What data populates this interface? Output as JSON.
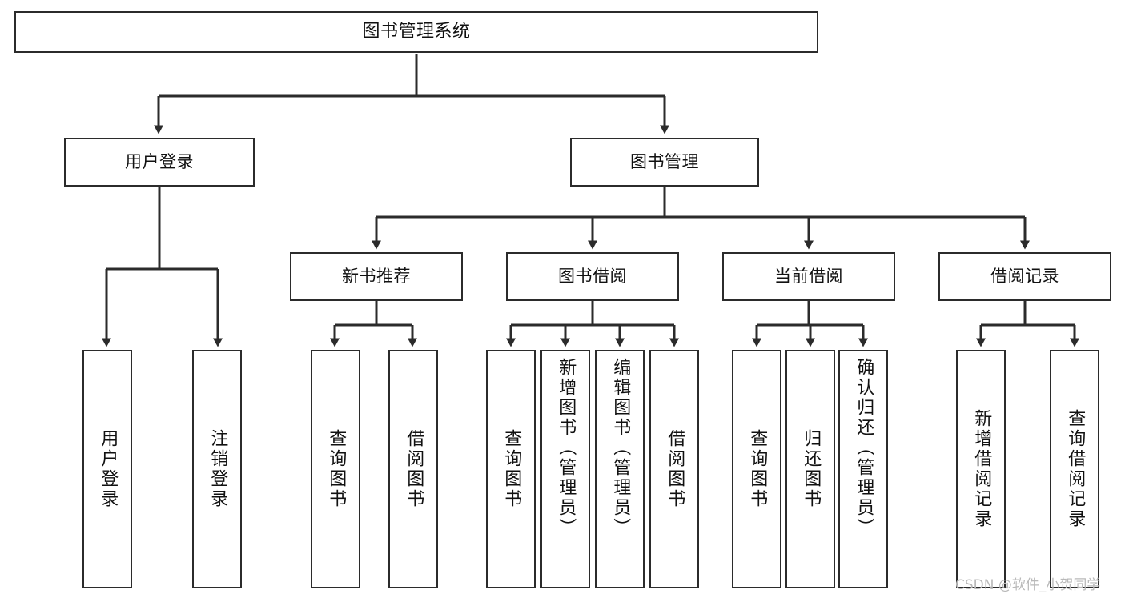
{
  "diagram": {
    "title": "图书管理系统",
    "type": "tree",
    "watermark": "CSDN @软件_小贺同学",
    "colors": {
      "box_border": "#2b2b2b",
      "box_fill": "#ffffff",
      "edge": "#2b2b2b",
      "text": "#111111",
      "watermark": "#b9b9b9",
      "background": "#ffffff"
    },
    "levels": [
      {
        "level": 1,
        "nodes": [
          {
            "id": "root",
            "label": "图书管理系统",
            "orientation": "horizontal"
          }
        ]
      },
      {
        "level": 2,
        "nodes": [
          {
            "id": "user-login",
            "label": "用户登录",
            "orientation": "horizontal",
            "parent": "root"
          },
          {
            "id": "book-manage",
            "label": "图书管理",
            "orientation": "horizontal",
            "parent": "root"
          }
        ]
      },
      {
        "level": 3,
        "nodes": [
          {
            "id": "new-book-rec",
            "label": "新书推荐",
            "orientation": "horizontal",
            "parent": "book-manage"
          },
          {
            "id": "book-borrow",
            "label": "图书借阅",
            "orientation": "horizontal",
            "parent": "book-manage"
          },
          {
            "id": "current-borrow",
            "label": "当前借阅",
            "orientation": "horizontal",
            "parent": "book-manage"
          },
          {
            "id": "borrow-record",
            "label": "借阅记录",
            "orientation": "horizontal",
            "parent": "book-manage"
          }
        ]
      },
      {
        "level": 4,
        "nodes": [
          {
            "id": "leaf-user-login",
            "label": "用户登录",
            "orientation": "vertical",
            "parent": "user-login"
          },
          {
            "id": "leaf-user-logout",
            "label": "注销登录",
            "orientation": "vertical",
            "parent": "user-login"
          },
          {
            "id": "leaf-query-book-1",
            "label": "查询图书",
            "orientation": "vertical",
            "parent": "new-book-rec"
          },
          {
            "id": "leaf-borrow-book-1",
            "label": "借阅图书",
            "orientation": "vertical",
            "parent": "new-book-rec"
          },
          {
            "id": "leaf-query-book-2",
            "label": "查询图书",
            "orientation": "vertical",
            "parent": "book-borrow"
          },
          {
            "id": "leaf-add-book",
            "label": "新增图书（管理员）",
            "orientation": "vertical",
            "parent": "book-borrow"
          },
          {
            "id": "leaf-edit-book",
            "label": "编辑图书（管理员）",
            "orientation": "vertical",
            "parent": "book-borrow"
          },
          {
            "id": "leaf-borrow-book-2",
            "label": "借阅图书",
            "orientation": "vertical",
            "parent": "book-borrow"
          },
          {
            "id": "leaf-query-book-3",
            "label": "查询图书",
            "orientation": "vertical",
            "parent": "current-borrow"
          },
          {
            "id": "leaf-return-book",
            "label": "归还图书",
            "orientation": "vertical",
            "parent": "current-borrow"
          },
          {
            "id": "leaf-confirm-return",
            "label": "确认归还（管理员）",
            "orientation": "vertical",
            "parent": "current-borrow"
          },
          {
            "id": "leaf-add-record",
            "label": "新增借阅记录",
            "orientation": "vertical",
            "parent": "borrow-record"
          },
          {
            "id": "leaf-query-record",
            "label": "查询借阅记录",
            "orientation": "vertical",
            "parent": "borrow-record"
          }
        ]
      }
    ]
  }
}
